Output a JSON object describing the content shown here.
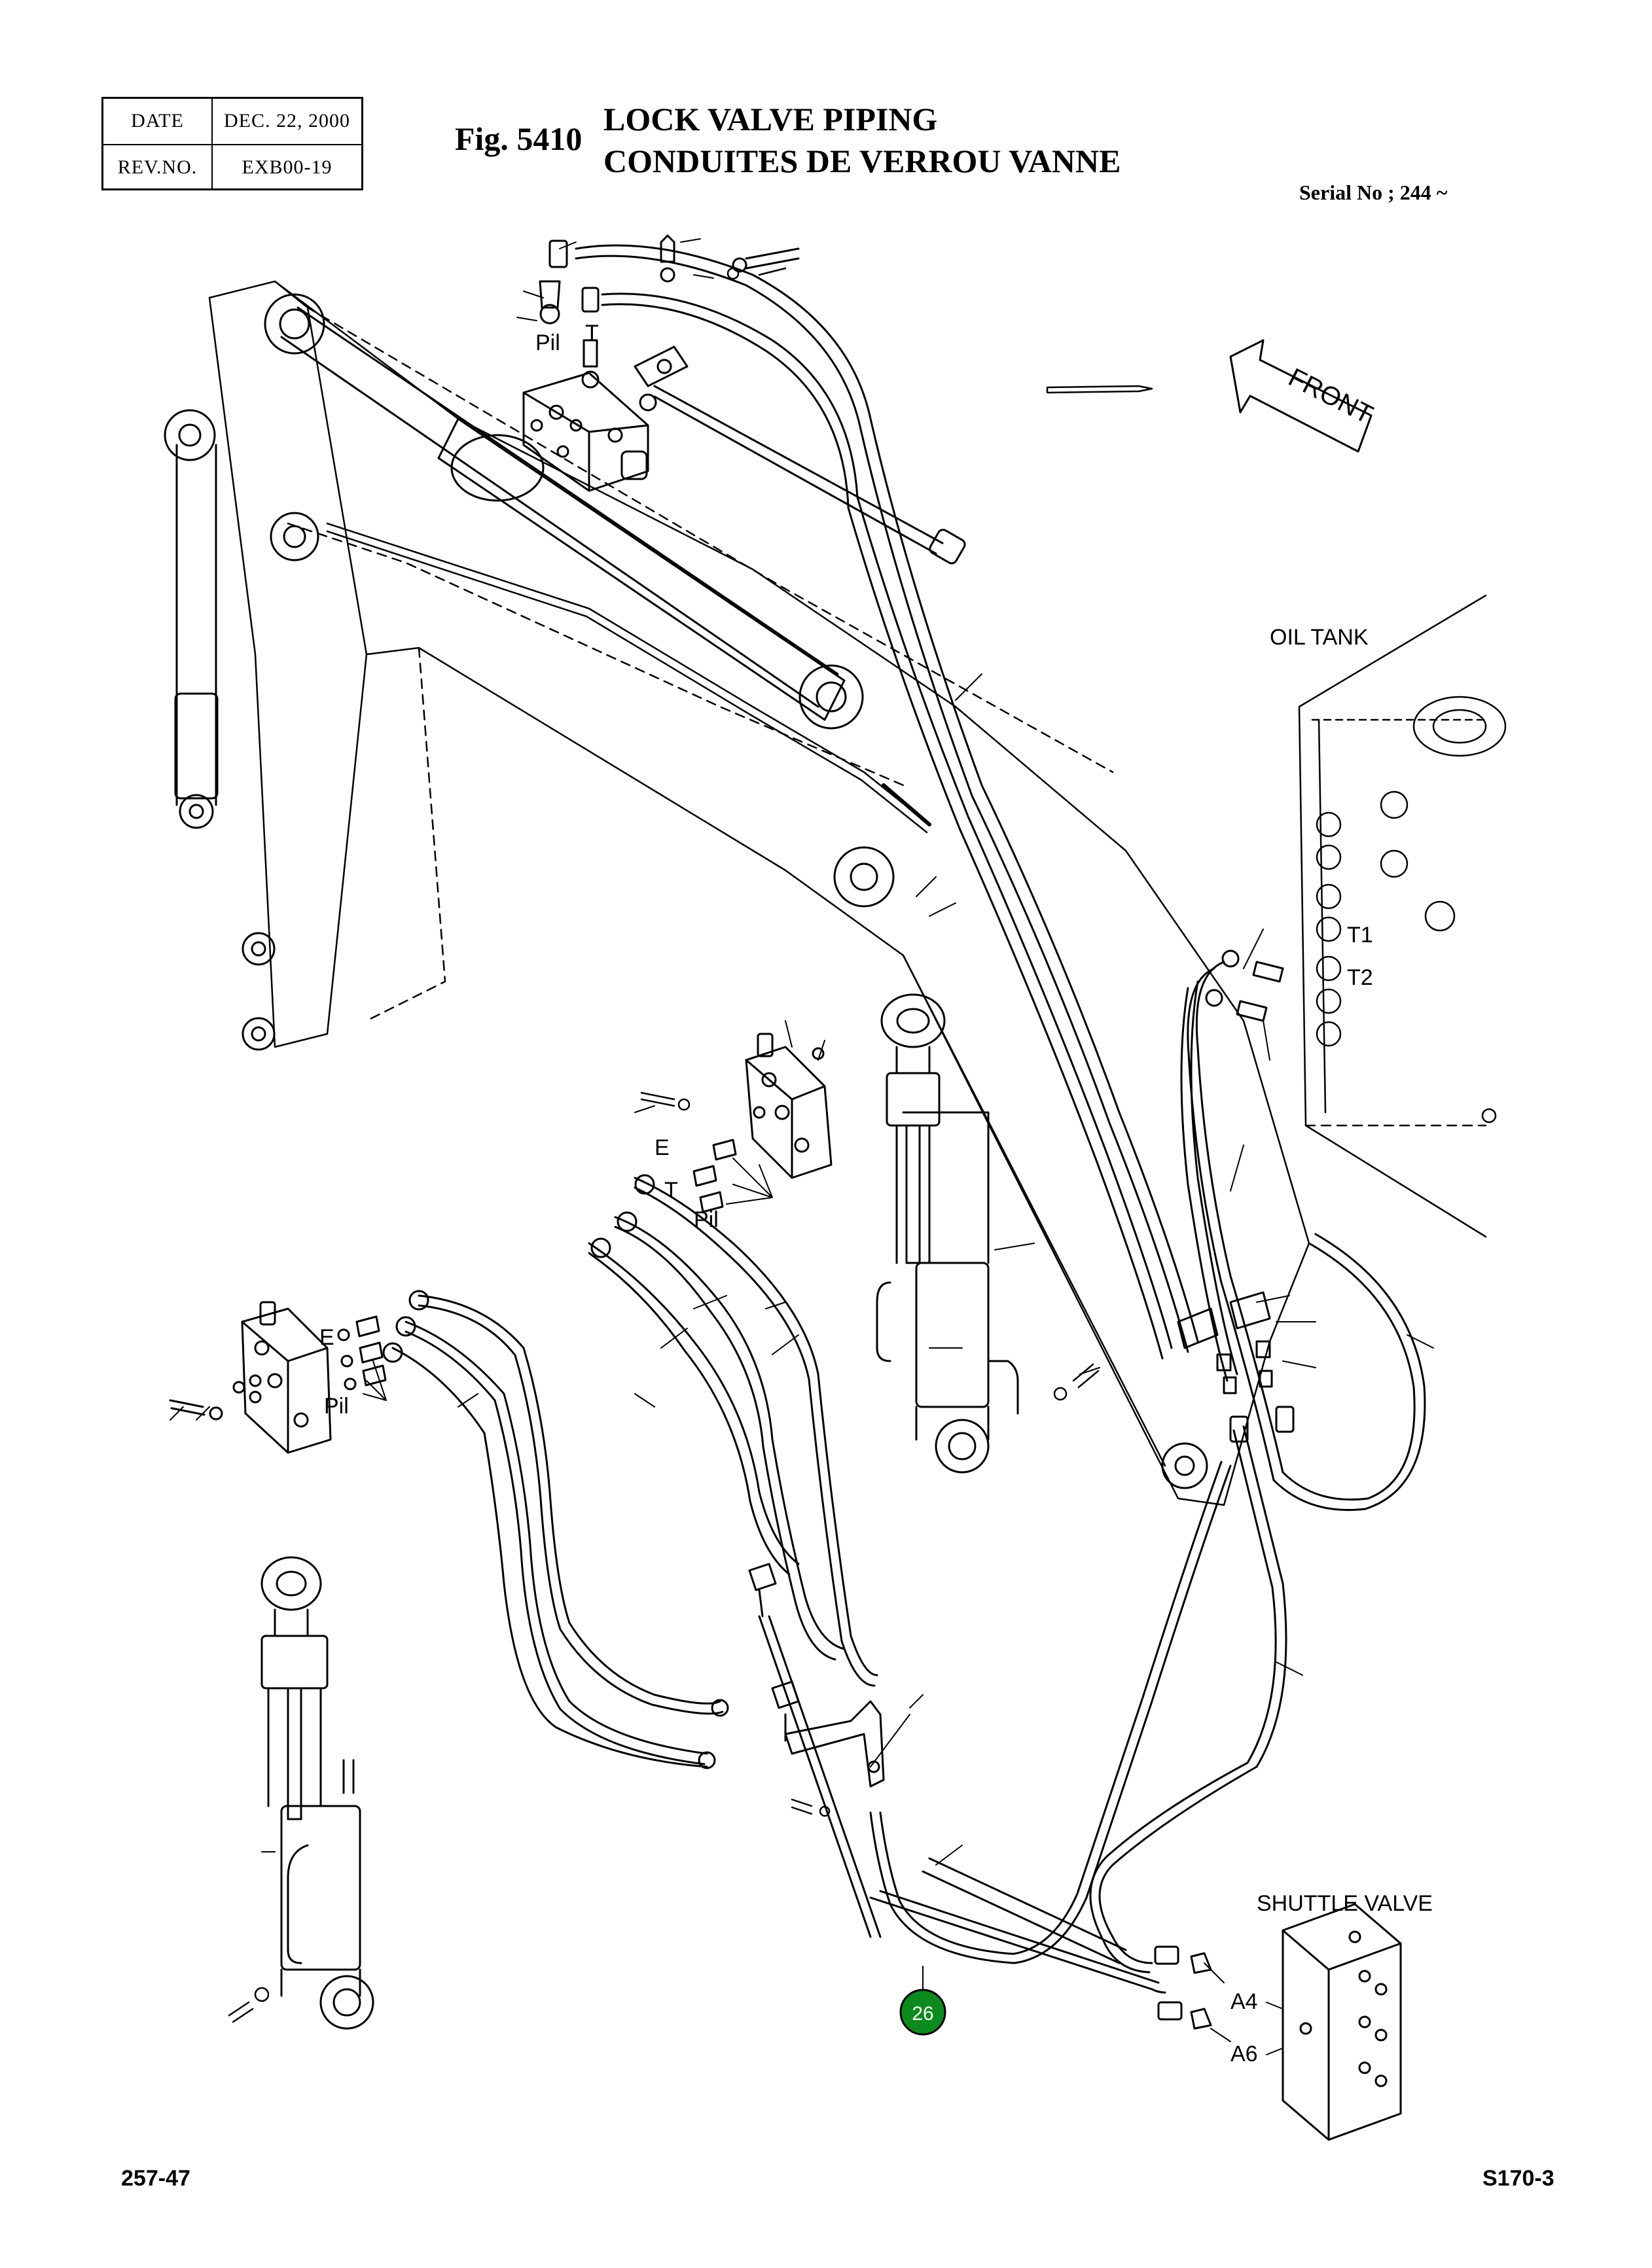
{
  "header": {
    "date_label": "DATE",
    "date_value": "DEC. 22, 2000",
    "rev_label": "REV.NO.",
    "rev_value": "EXB00-19",
    "figure_number": "Fig. 5410",
    "title_en": "LOCK VALVE PIPING",
    "title_fr": "CONDUITES DE VERROU VANNE",
    "serial": "Serial No ; 244 ~"
  },
  "labels": {
    "front": "FRONT",
    "oil_tank": "OIL TANK",
    "t1": "T1",
    "t2": "T2",
    "shuttle_valve": "SHUTTLE VALVE",
    "a4": "A4",
    "a6": "A6",
    "top_pil": "Pil",
    "top_t": "T",
    "mid_e": "E",
    "mid_t": "T",
    "mid_pil": "Pil",
    "left_e": "E",
    "left_pil": "Pil",
    "callout_26": "26"
  },
  "colors": {
    "line": "#000000",
    "callout_fill": "#0d8a1d",
    "callout_text": "#ffffff"
  },
  "footer": {
    "left": "257-47",
    "right": "S170-3"
  }
}
